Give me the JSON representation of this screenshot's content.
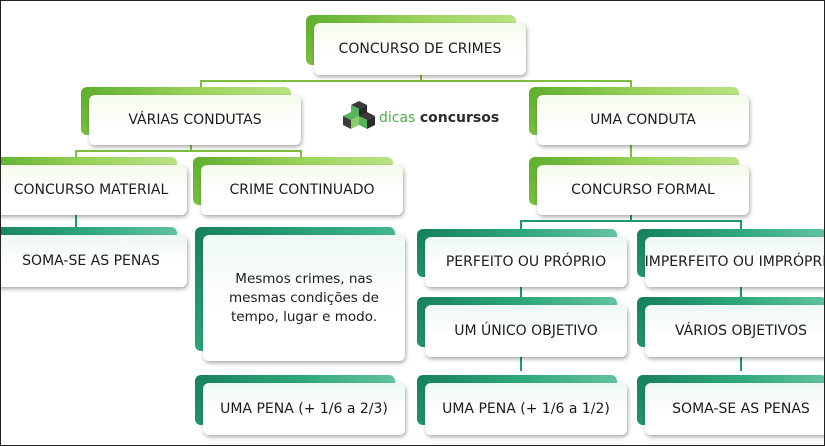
{
  "diagram": {
    "nodes": {
      "root": "CONCURSO DE CRIMES",
      "varias_condutas": "VÁRIAS CONDUTAS",
      "uma_conduta": "UMA CONDUTA",
      "concurso_material": "CONCURSO MATERIAL",
      "crime_continuado": "CRIME CONTINUADO",
      "concurso_formal": "CONCURSO FORMAL",
      "soma_penas_material": "SOMA-SE AS PENAS",
      "continuado_desc": "Mesmos crimes, nas mesmas condições de tempo, lugar e modo.",
      "continuado_pena": "UMA PENA (+ 1/6 a 2/3)",
      "perfeito": "PERFEITO OU PRÓPRIO",
      "imperfeito": "IMPERFEITO OU IMPRÓPRIO",
      "unico_objetivo": "UM ÚNICO OBJETIVO",
      "varios_objetivos": "VÁRIOS OBJETIVOS",
      "formal_pena": "UMA PENA (+ 1/6 a 1/2)",
      "soma_penas_formal": "SOMA-SE AS PENAS"
    },
    "colors": {
      "lime": "#8cc63f",
      "teal": "#1f9a6c",
      "line_lime": "#7cbf3c",
      "line_teal": "#1f9a6c"
    }
  },
  "logo": {
    "icon": "dicas-cube-logo-icon",
    "word1": "dicas",
    "word2": "concursos"
  }
}
